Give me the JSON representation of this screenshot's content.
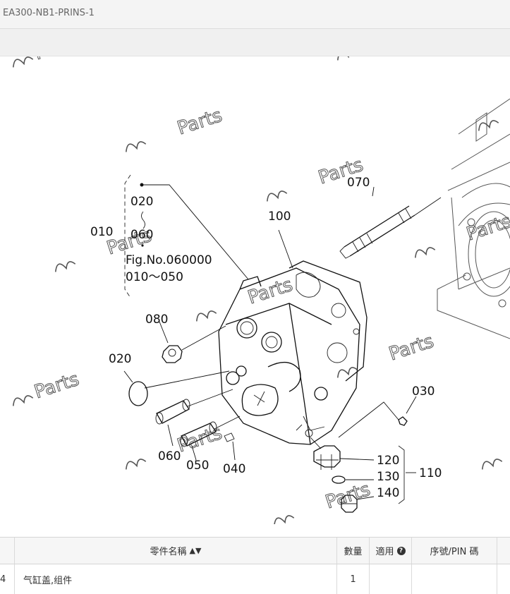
{
  "window": {
    "title": "EA300-NB1-PRINS-1"
  },
  "watermark": {
    "brand": "Parts"
  },
  "diagram": {
    "callouts": {
      "c010": "010",
      "c020a": "020",
      "c060a": "060",
      "fig_no": "Fig.No.060000",
      "fig_range": "010～050",
      "c100": "100",
      "c070": "070",
      "c080": "080",
      "c020b": "020",
      "c030": "030",
      "c060b": "060",
      "c050": "050",
      "c040": "040",
      "c120": "120",
      "c130": "130",
      "c140": "140",
      "c110": "110"
    }
  },
  "table": {
    "headers": {
      "name": "零件名稱",
      "qty": "數量",
      "applicable": "適用",
      "serial": "序號/PIN 碼"
    },
    "rows": [
      {
        "index_partial": "4",
        "name": "气缸盖,组件",
        "qty": "1",
        "applicable": "",
        "serial": ""
      }
    ]
  },
  "colors": {
    "header_bg": "#f6f6f6",
    "border": "#d6d6d6",
    "line": "#111111"
  }
}
